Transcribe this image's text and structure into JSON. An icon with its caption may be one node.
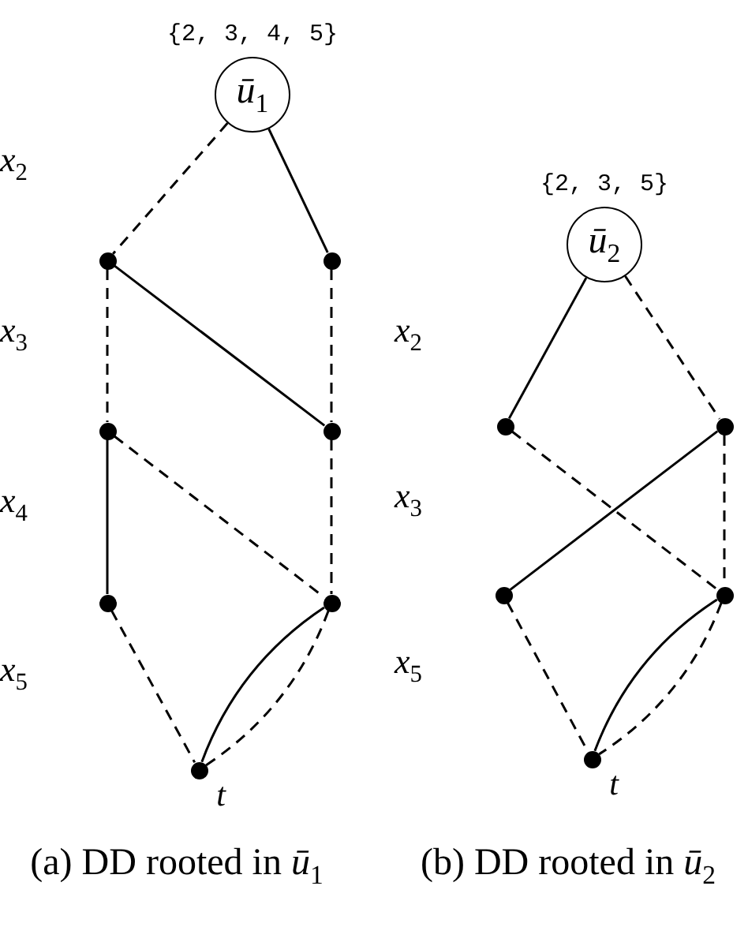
{
  "diagram": {
    "nodes": [
      {
        "text": [
          "ū$_{1}$"
        ],
        "beside": [
          "{2, 3, 4, 5}"
        ]
      },
      {
        "text": [],
        "shape": "circle"
      },
      {
        "text": [],
        "shape": "circle"
      },
      {
        "text": [],
        "shape": "circle"
      },
      {
        "text": [],
        "shape": "circle"
      },
      {
        "text": [],
        "shape": "circle"
      },
      {
        "text": [],
        "shape": "circle"
      },
      {
        "text": [],
        "shape": "circle",
        "beside": [
          "t"
        ]
      },
      {
        "text": [
          "ū$_{2}$"
        ],
        "beside": [
          "{2, 3, 5}"
        ]
      },
      {
        "text": [],
        "shape": "circle"
      },
      {
        "text": [],
        "shape": "circle"
      },
      {
        "text": [],
        "shape": "circle"
      },
      {
        "text": [],
        "shape": "circle"
      },
      {
        "text": [],
        "shape": "circle",
        "beside": [
          "t"
        ]
      }
    ],
    "edges": [
      {
        "from": 0,
        "to": 1,
        "arrow": "none",
        "style": "dashed"
      },
      {
        "from": 0,
        "to": 2,
        "arrow": "none"
      },
      {
        "from": 1,
        "to": 3,
        "arrow": "none",
        "style": "dashed"
      },
      {
        "from": 1,
        "to": 4,
        "arrow": "none"
      },
      {
        "from": 2,
        "to": 4,
        "arrow": "none",
        "style": "dashed"
      },
      {
        "from": 3,
        "to": 5,
        "arrow": "none"
      },
      {
        "from": 3,
        "to": 6,
        "arrow": "none",
        "style": "dashed"
      },
      {
        "from": 4,
        "to": 6,
        "arrow": "none",
        "style": "dashed"
      },
      {
        "from": 5,
        "to": 7,
        "arrow": "none",
        "style": "dashed"
      },
      {
        "from": 6,
        "to": 7,
        "arrow": "none"
      },
      {
        "from": 6,
        "to": 7,
        "arrow": "none",
        "style": "dashed"
      },
      {
        "from": 8,
        "to": 9,
        "arrow": "none"
      },
      {
        "from": 8,
        "to": 10,
        "arrow": "none",
        "style": "dashed"
      },
      {
        "from": 9,
        "to": 12,
        "arrow": "none",
        "style": "dashed"
      },
      {
        "from": 10,
        "to": 11,
        "arrow": "none"
      },
      {
        "from": 10,
        "to": 12,
        "arrow": "none",
        "style": "dashed"
      },
      {
        "from": 11,
        "to": 13,
        "arrow": "none",
        "style": "dashed"
      },
      {
        "from": 12,
        "to": 13,
        "arrow": "none"
      },
      {
        "from": 12,
        "to": 13,
        "arrow": "none",
        "style": "dashed"
      }
    ],
    "labels": [
      "*x*$_{2}$",
      "*x*$_{3}$",
      "*x*$_{4}$",
      "*x*$_{5}$",
      "*x*$_{2}$",
      "*x*$_{3}$",
      "*x*$_{5}$",
      "(a) DD rooted in *ū*$_{1}$",
      "(b) DD rooted in *ū*$_{2}$"
    ]
  }
}
